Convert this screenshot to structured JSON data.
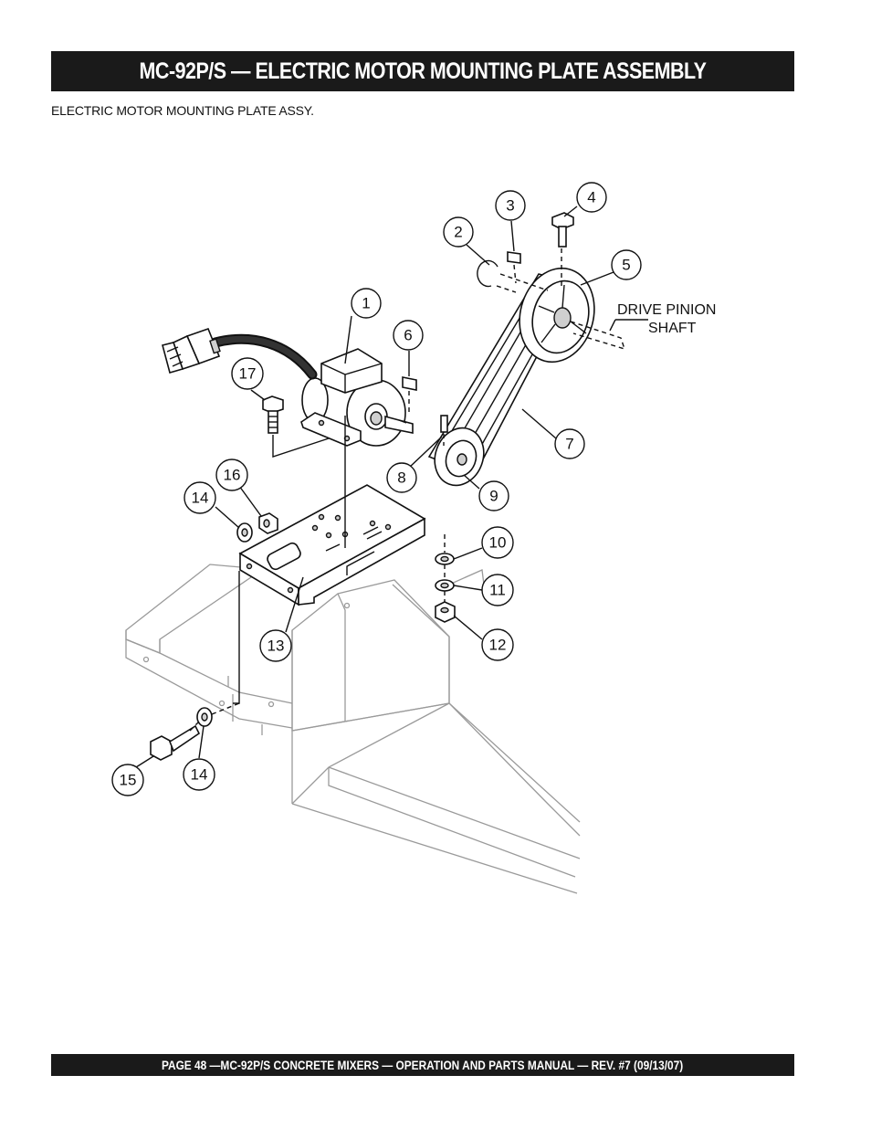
{
  "header": {
    "title": "MC-92P/S — ELECTRIC MOTOR MOUNTING PLATE ASSEMBLY",
    "subtitle": "ELECTRIC MOTOR MOUNTING PLATE ASSY."
  },
  "diagram": {
    "callouts": [
      "1",
      "2",
      "3",
      "4",
      "5",
      "6",
      "7",
      "8",
      "9",
      "10",
      "11",
      "12",
      "13",
      "14",
      "14",
      "15",
      "16",
      "17"
    ],
    "labels": {
      "drive_pinion_line1": "DRIVE PINION",
      "drive_pinion_line2": "SHAFT"
    }
  },
  "footer": {
    "text": "PAGE 48 —MC-92P/S CONCRETE MIXERS — OPERATION AND PARTS MANUAL — REV. #7 (09/13/07)"
  }
}
